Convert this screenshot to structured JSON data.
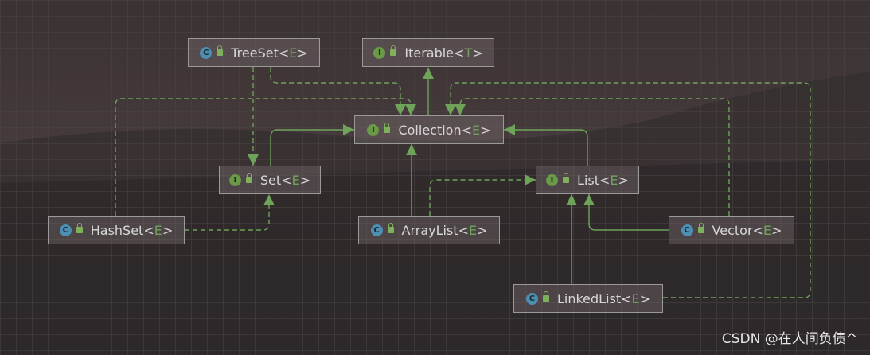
{
  "nodes": {
    "treeset": {
      "kind": "C",
      "name": "TreeSet",
      "lt": "<",
      "param": "E",
      "gt": ">"
    },
    "iterable": {
      "kind": "I",
      "name": "Iterable",
      "lt": "<",
      "param": "T",
      "gt": ">"
    },
    "collection": {
      "kind": "I",
      "name": "Collection",
      "lt": "<",
      "param": "E",
      "gt": ">"
    },
    "set": {
      "kind": "I",
      "name": "Set",
      "lt": "<",
      "param": "E",
      "gt": ">"
    },
    "list": {
      "kind": "I",
      "name": "List",
      "lt": "<",
      "param": "E",
      "gt": ">"
    },
    "hashset": {
      "kind": "C",
      "name": "HashSet",
      "lt": "<",
      "param": "E",
      "gt": ">"
    },
    "arraylist": {
      "kind": "C",
      "name": "ArrayList",
      "lt": "<",
      "param": "E",
      "gt": ">"
    },
    "vector": {
      "kind": "C",
      "name": "Vector",
      "lt": "<",
      "param": "E",
      "gt": ">"
    },
    "linkedlist": {
      "kind": "C",
      "name": "LinkedList",
      "lt": "<",
      "param": "E",
      "gt": ">"
    }
  },
  "colors": {
    "edge": "#6fa35a",
    "grid": "#4a4646",
    "class_badge": "#4d8fb3",
    "interface_badge": "#6a9a48"
  },
  "watermark": "CSDN @在人间负债^"
}
